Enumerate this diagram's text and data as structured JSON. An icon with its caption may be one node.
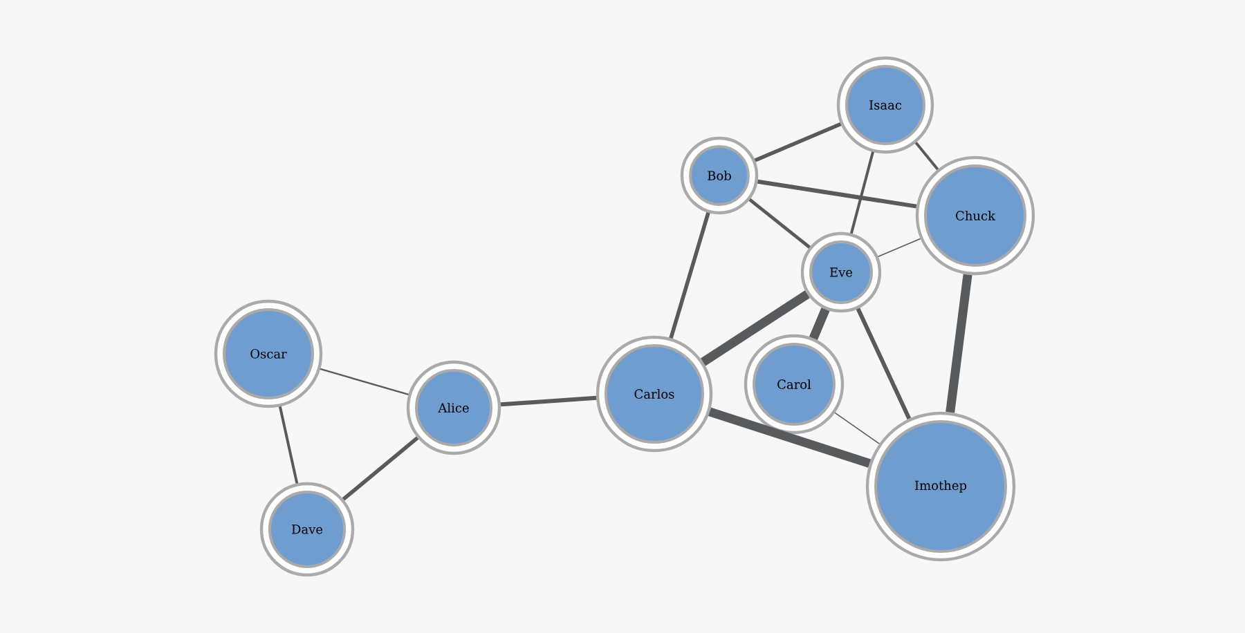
{
  "diagram": {
    "nodes": [
      {
        "text": [
          "Isaac"
        ]
      },
      {
        "text": [
          "Bob"
        ]
      },
      {
        "text": [
          "Chuck"
        ]
      },
      {
        "text": [
          "Eve"
        ]
      },
      {
        "text": [
          "Oscar"
        ]
      },
      {
        "text": [
          "Carlos"
        ]
      },
      {
        "text": [
          "Carol"
        ]
      },
      {
        "text": [
          "Alice"
        ]
      },
      {
        "text": [
          "Imothep"
        ]
      },
      {
        "text": [
          "Dave"
        ]
      }
    ],
    "edges": [
      {
        "from": 4,
        "to": 7,
        "arrow": "none"
      },
      {
        "from": 4,
        "to": 9,
        "arrow": "none"
      },
      {
        "from": 9,
        "to": 7,
        "arrow": "none"
      },
      {
        "from": 7,
        "to": 5,
        "arrow": "none"
      },
      {
        "from": 5,
        "to": 1,
        "arrow": "none"
      },
      {
        "from": 5,
        "to": 3,
        "arrow": "none",
        "style": "thick"
      },
      {
        "from": 5,
        "to": 8,
        "arrow": "none",
        "style": "thick"
      },
      {
        "from": 1,
        "to": 0,
        "arrow": "none"
      },
      {
        "from": 1,
        "to": 2,
        "arrow": "none"
      },
      {
        "from": 1,
        "to": 3,
        "arrow": "none"
      },
      {
        "from": 0,
        "to": 3,
        "arrow": "none"
      },
      {
        "from": 0,
        "to": 2,
        "arrow": "none"
      },
      {
        "from": 2,
        "to": 3,
        "arrow": "none"
      },
      {
        "from": 2,
        "to": 8,
        "arrow": "none",
        "style": "thick"
      },
      {
        "from": 3,
        "to": 6,
        "arrow": "none",
        "style": "thick"
      },
      {
        "from": 3,
        "to": 8,
        "arrow": "none"
      },
      {
        "from": 6,
        "to": 8,
        "arrow": "none"
      }
    ]
  }
}
